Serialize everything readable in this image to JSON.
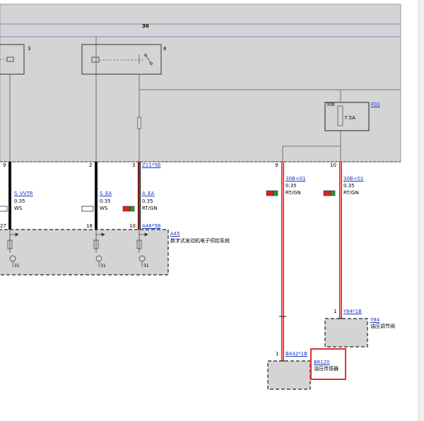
{
  "colors": {
    "background_panel": "#d4d4d4",
    "wire_red": "#dc1e1e",
    "wire_black": "#111111",
    "link_blue": "#1a33c8",
    "highlight_box": "#e03030",
    "connector_green": "#1f9a2f"
  },
  "diagram": {
    "bus_number": "30",
    "relay_left_pin": "3",
    "relay_right_pin": "8",
    "fuse": {
      "link": "F01",
      "rating_top": "30B",
      "rating": "7.5A"
    },
    "wires": [
      {
        "pin": "9",
        "name": "S_VVTR",
        "size": "0.35",
        "color": "WS",
        "bottom_pin": "27"
      },
      {
        "pin": "2",
        "name": "S_EA",
        "size": "0.35",
        "color": "WS",
        "bottom_pin": "18"
      },
      {
        "pin": "3",
        "connector": "Z11*5B",
        "name": "A_EA",
        "size": "0.35",
        "color": "RT/GN",
        "bottom_pin": "10",
        "bottom_connector": "A46*5B"
      },
      {
        "pin": "9",
        "name": "30B<01",
        "size": "0.35",
        "color": "RT/GN"
      },
      {
        "pin": "10",
        "name": "30B<01",
        "size": "0.35",
        "color": "RT/GN"
      }
    ],
    "module": {
      "id": "A45",
      "description": "数字式发动机电子伺控系统",
      "ground_label_1": "31",
      "ground_label_2": "31",
      "ground_label_3": "31"
    },
    "valve": {
      "pin": "1",
      "connector": "Y84*1B",
      "id": "Y84",
      "description": "油压调节阀"
    },
    "sensor": {
      "pin": "1",
      "connector": "B442*1B",
      "id": "B6120",
      "description": "油压传感器"
    }
  }
}
